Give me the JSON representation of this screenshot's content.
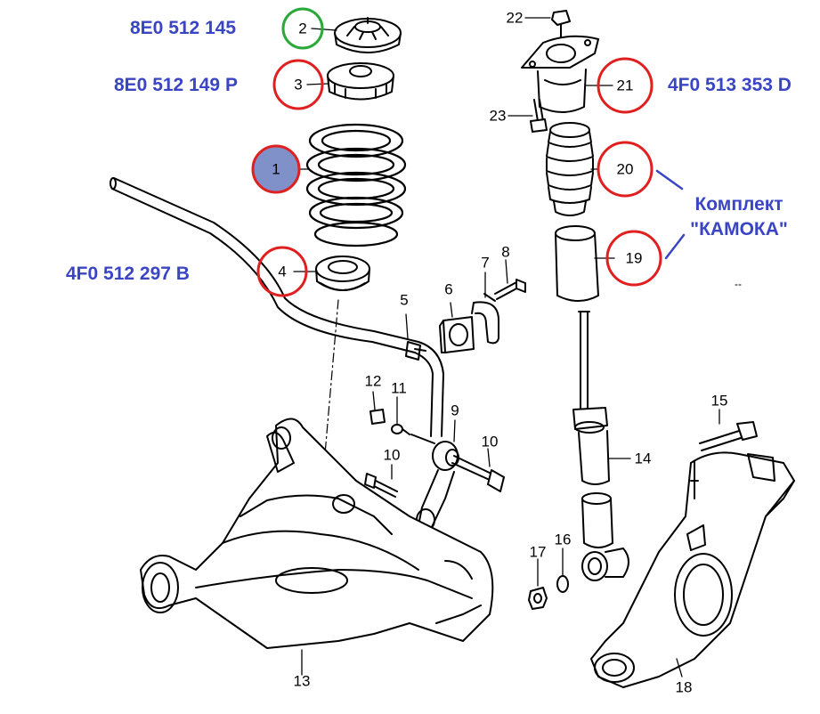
{
  "part_numbers": {
    "pn_2": "8E0 512 145",
    "pn_3": "8E0 512 149 P",
    "pn_4": "4F0 512 297 B",
    "pn_21": "4F0 513 353 D"
  },
  "kit_note": {
    "line1": "Комплект",
    "line2": "\"КАМОКА\""
  },
  "callouts": {
    "c1": "1",
    "c2": "2",
    "c3": "3",
    "c4": "4",
    "c5": "5",
    "c6": "6",
    "c7": "7",
    "c8": "8",
    "c9": "9",
    "c10a": "10",
    "c10b": "10",
    "c11": "11",
    "c12": "12",
    "c13": "13",
    "c14": "14",
    "c15": "15",
    "c16": "16",
    "c17": "17",
    "c18": "18",
    "c19": "19",
    "c20": "20",
    "c21": "21",
    "c22": "22",
    "c23": "23"
  },
  "colors": {
    "text_blue": "#3a45c4",
    "circle_red": "#e02020",
    "circle_green": "#2aa83a",
    "circle_fill_blue": "#8090c8",
    "line": "#000000"
  }
}
